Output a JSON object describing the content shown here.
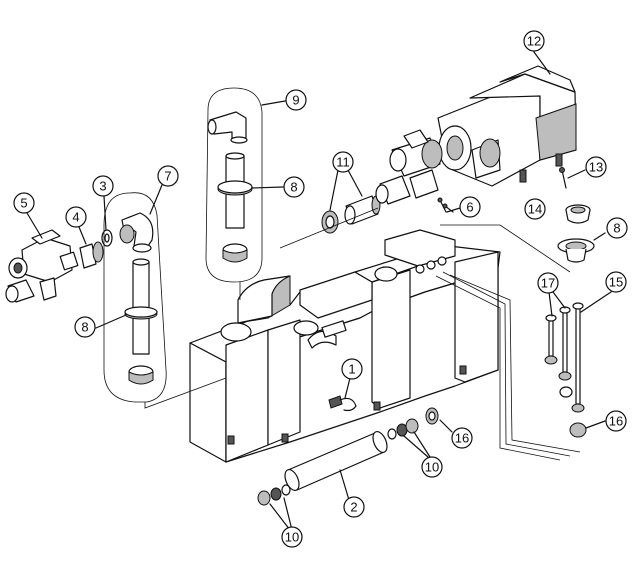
{
  "callouts": {
    "c1": "1",
    "c2": "2",
    "c3": "3",
    "c4": "4",
    "c5": "5",
    "c6": "6",
    "c7": "7",
    "c8a": "8",
    "c8b": "8",
    "c8c": "8",
    "c9": "9",
    "c10a": "10",
    "c10b": "10",
    "c11": "11",
    "c12": "12",
    "c13": "13",
    "c14": "14",
    "c15": "15",
    "c16a": "16",
    "c16b": "16",
    "c17": "17"
  },
  "colors": {
    "line": "#111111",
    "background": "#ffffff",
    "shade": "#bdbdbd"
  }
}
